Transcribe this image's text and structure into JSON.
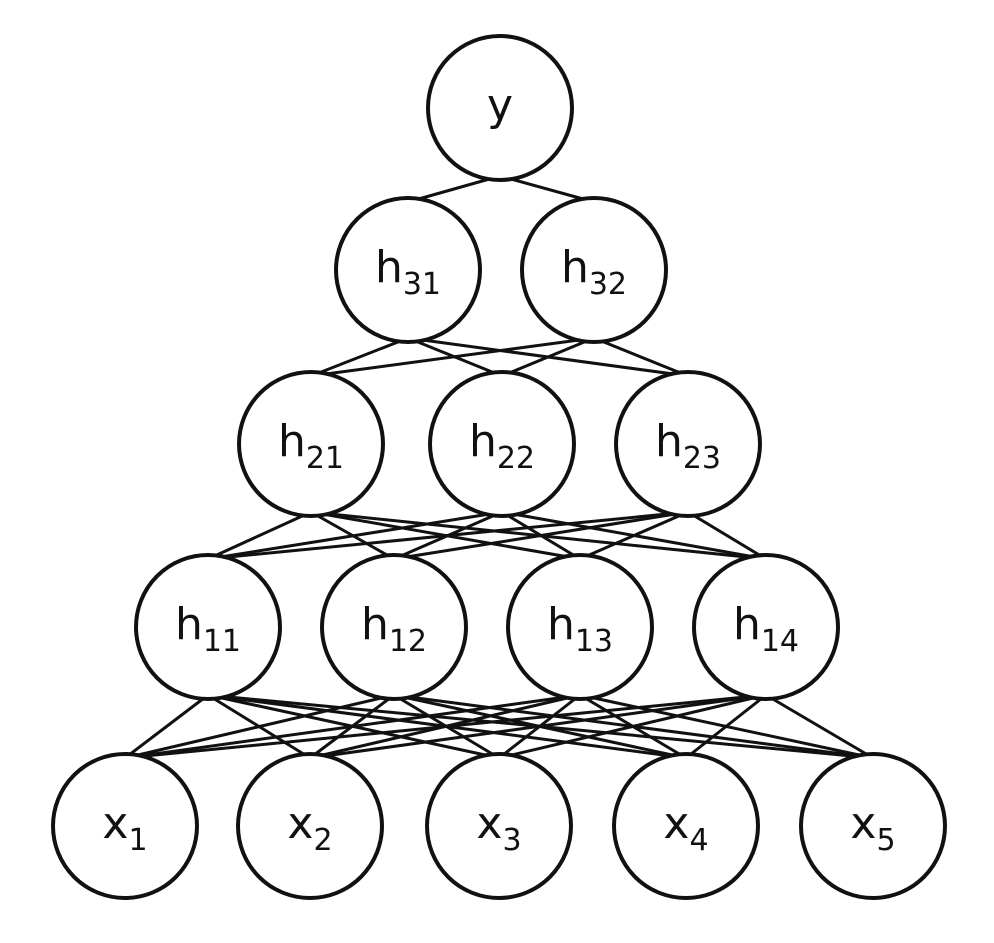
{
  "diagram": {
    "layers": [
      {
        "id": "output",
        "nodes": [
          {
            "id": "y",
            "base": "y",
            "sub": ""
          }
        ]
      },
      {
        "id": "hidden3",
        "nodes": [
          {
            "id": "h31",
            "base": "h",
            "sub": "31"
          },
          {
            "id": "h32",
            "base": "h",
            "sub": "32"
          }
        ]
      },
      {
        "id": "hidden2",
        "nodes": [
          {
            "id": "h21",
            "base": "h",
            "sub": "21"
          },
          {
            "id": "h22",
            "base": "h",
            "sub": "22"
          },
          {
            "id": "h23",
            "base": "h",
            "sub": "23"
          }
        ]
      },
      {
        "id": "hidden1",
        "nodes": [
          {
            "id": "h11",
            "base": "h",
            "sub": "11"
          },
          {
            "id": "h12",
            "base": "h",
            "sub": "12"
          },
          {
            "id": "h13",
            "base": "h",
            "sub": "13"
          },
          {
            "id": "h14",
            "base": "h",
            "sub": "14"
          }
        ]
      },
      {
        "id": "input",
        "nodes": [
          {
            "id": "x1",
            "base": "x",
            "sub": "1"
          },
          {
            "id": "x2",
            "base": "x",
            "sub": "2"
          },
          {
            "id": "x3",
            "base": "x",
            "sub": "3"
          },
          {
            "id": "x4",
            "base": "x",
            "sub": "4"
          },
          {
            "id": "x5",
            "base": "x",
            "sub": "5"
          }
        ]
      }
    ],
    "connectivity": "fully-connected between adjacent layers"
  }
}
